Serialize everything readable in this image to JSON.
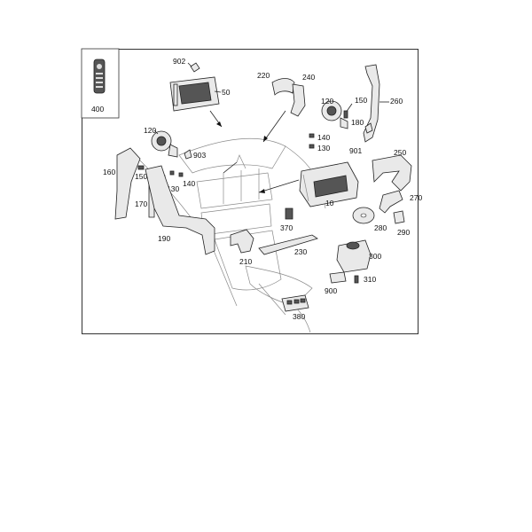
{
  "colors": {
    "line": "#222222",
    "faint": "#8a8a8a",
    "part_fill": "#e9e9e9",
    "dark_fill": "#555555"
  },
  "inset": {
    "label": "400"
  },
  "callouts": {
    "c902": "902",
    "c50": "50",
    "c220": "220",
    "c240": "240",
    "c260": "260",
    "c120a": "120",
    "c150a": "150",
    "c180": "180",
    "c140a": "140",
    "c130a": "130",
    "c901": "901",
    "c250": "250",
    "c120b": "120",
    "c160": "160",
    "c903": "903",
    "c150b": "150",
    "c130b": "130",
    "c140b": "140",
    "c170": "170",
    "c190": "190",
    "c10": "10",
    "c270": "270",
    "c280": "280",
    "c290": "290",
    "c370": "370",
    "c210": "210",
    "c230": "230",
    "c300": "300",
    "c900": "900",
    "c310": "310",
    "c380": "380"
  }
}
